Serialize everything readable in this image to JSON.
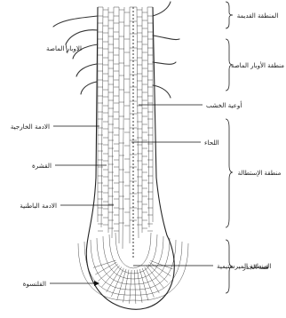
{
  "labels": {
    "root_hairs": "الاوبار الماصة",
    "xylem_vessels": "أوعية الخشب",
    "epidermis": "الادمة الخارجية",
    "cortex": "القشرة",
    "endodermis": "الادمة الباطنية",
    "pericycle": "اللحاء",
    "meristem": "المنطقة الميرستيمية",
    "root_cap": "القلنسوة"
  },
  "zones": {
    "maturation": "المنطقة القديمة",
    "root_hair_zone": "منطقة الأوبار الماصة",
    "elongation": "منطقة الإستطالة",
    "root_tip": "قمة الجذر"
  }
}
